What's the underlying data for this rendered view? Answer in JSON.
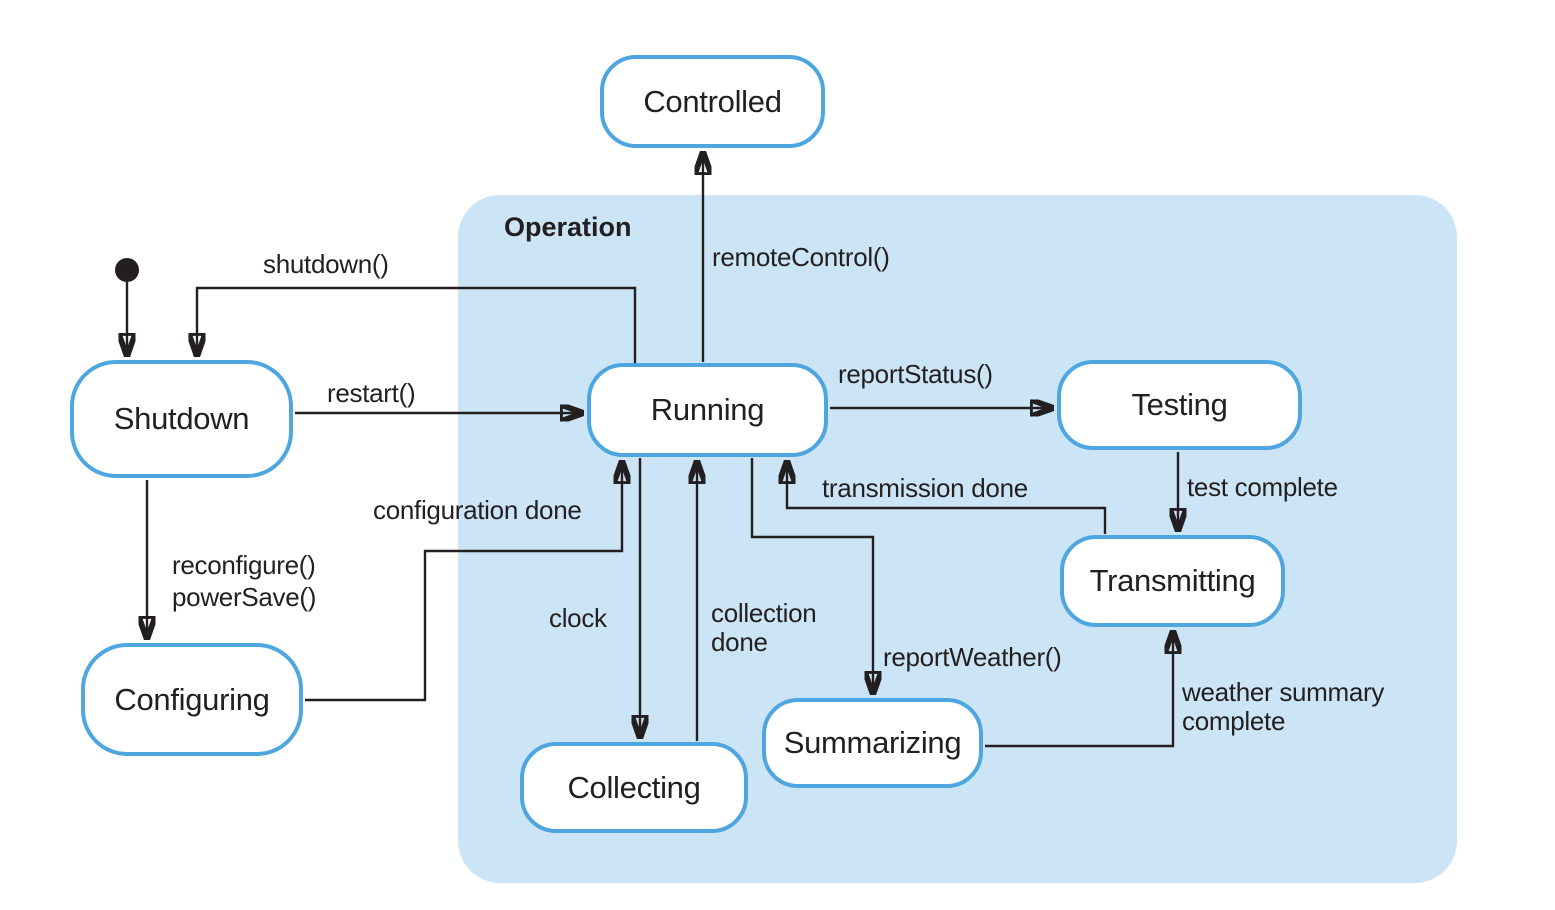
{
  "region": {
    "label": "Operation"
  },
  "states": {
    "controlled": {
      "label": "Controlled"
    },
    "shutdown": {
      "label": "Shutdown"
    },
    "running": {
      "label": "Running"
    },
    "testing": {
      "label": "Testing"
    },
    "transmitting": {
      "label": "Transmitting"
    },
    "summarizing": {
      "label": "Summarizing"
    },
    "collecting": {
      "label": "Collecting"
    },
    "configuring": {
      "label": "Configuring"
    }
  },
  "transitions": {
    "shutdown": {
      "label": "shutdown()"
    },
    "restart": {
      "label": "restart()"
    },
    "reconfigure": {
      "label": "reconfigure()"
    },
    "power_save": {
      "label": "powerSave()"
    },
    "configuration_done": {
      "label": "configuration done"
    },
    "clock": {
      "label": "clock"
    },
    "collection_done": {
      "label": "collection\ndone"
    },
    "remote_control": {
      "label": "remoteControl()"
    },
    "report_status": {
      "label": "reportStatus()"
    },
    "test_complete": {
      "label": "test complete"
    },
    "transmission_done": {
      "label": "transmission done"
    },
    "report_weather": {
      "label": "reportWeather()"
    },
    "weather_summary": {
      "label": "weather summary\ncomplete"
    }
  },
  "colors": {
    "ink": "#231F20",
    "state_border": "#4EA6E1",
    "state_fill": "#FFFFFF",
    "region_fill": "#CCE5F6",
    "background": "#FFFFFF"
  }
}
